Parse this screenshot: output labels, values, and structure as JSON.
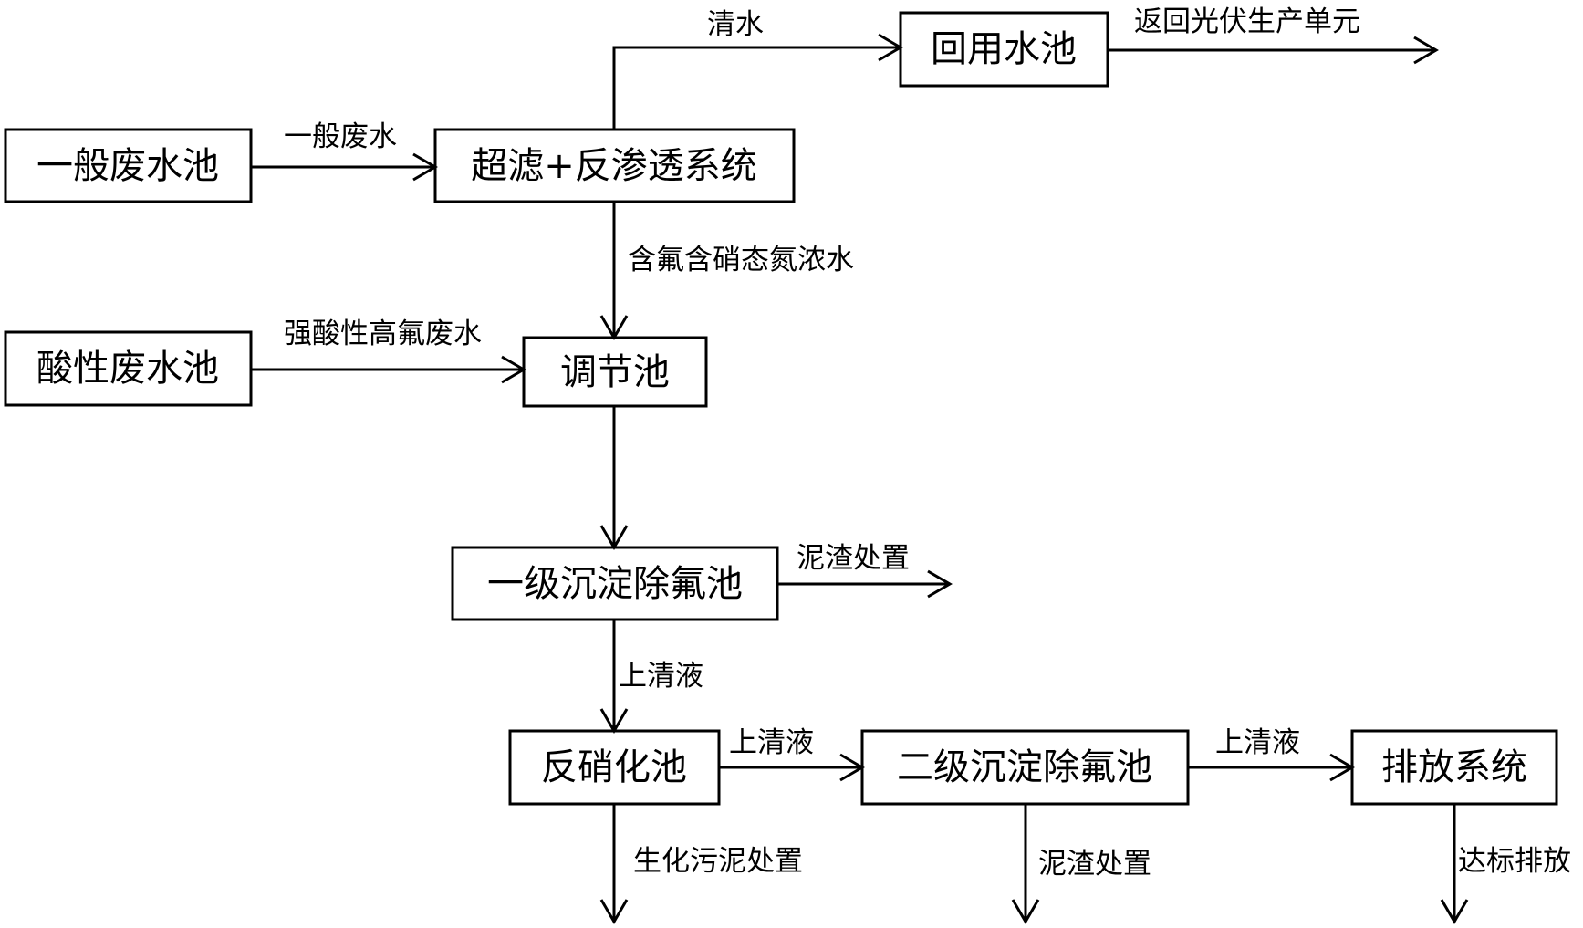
{
  "diagram": {
    "nodes": {
      "general_wastewater_tank": "一般废水池",
      "uf_ro_system": "超滤+反渗透系统",
      "reuse_tank": "回用水池",
      "acid_wastewater_tank": "酸性废水池",
      "equalization_tank": "调节池",
      "primary_settling_tank": "一级沉淀除氟池",
      "denitrification_tank": "反硝化池",
      "secondary_settling_tank": "二级沉淀除氟池",
      "discharge_system": "排放系统"
    },
    "edges": {
      "general_to_uf": "一般废水",
      "uf_to_reuse": "清水",
      "reuse_out": "返回光伏生产单元",
      "uf_to_equalization": "含氟含硝态氮浓水",
      "acid_to_equalization": "强酸性高氟废水",
      "primary_sludge": "泥渣处置",
      "primary_to_denitrification": "上清液",
      "denitrification_to_secondary": "上清液",
      "secondary_to_discharge": "上清液",
      "denitrification_sludge": "生化污泥处置",
      "secondary_sludge": "泥渣处置",
      "discharge_out": "达标排放"
    }
  },
  "colors": {
    "stroke": "#000000",
    "background": "#ffffff"
  }
}
